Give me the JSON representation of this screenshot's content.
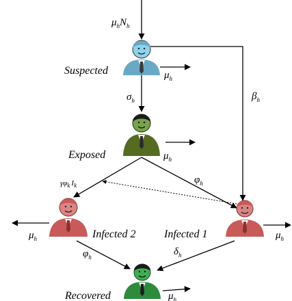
{
  "nodes": {
    "suspected": {
      "label": "Suspected",
      "color": "#6aa9c6",
      "face": "#8fd3ea"
    },
    "exposed": {
      "label": "Exposed",
      "color": "#556b22",
      "face": "#77a34a"
    },
    "infected2": {
      "label": "Infected 2",
      "color": "#c95a5a",
      "face": "#d98585"
    },
    "infected1": {
      "label": "Infected 1",
      "color": "#c95a5a",
      "face": "#d98585"
    },
    "recovered": {
      "label": "Recovered",
      "color": "#2e8b3e",
      "face": "#3fae52"
    }
  },
  "rates": {
    "inflow": {
      "main": "μ",
      "sub": "h",
      "tail": "N",
      "tail_sub": "h"
    },
    "mu_suspected": {
      "main": "μ",
      "sub": "h"
    },
    "sigma": {
      "main": "σ",
      "sub": "h"
    },
    "beta": {
      "main": "β",
      "sub": "h"
    },
    "mu_exposed": {
      "main": "μ",
      "sub": "h"
    },
    "gamma_phi_I": {
      "text": "γφ",
      "sub": "k",
      "tail": "I",
      "tail_sub": "k"
    },
    "phi_exposed": {
      "main": "φ",
      "sub": "h"
    },
    "mu_infected2": {
      "main": "μ",
      "sub": "h"
    },
    "mu_infected1": {
      "main": "μ",
      "sub": "h"
    },
    "phi_infected2": {
      "main": "φ",
      "sub": "h"
    },
    "delta": {
      "main": "δ",
      "sub": "h"
    },
    "mu_recovered": {
      "main": "μ",
      "sub": "h"
    }
  }
}
